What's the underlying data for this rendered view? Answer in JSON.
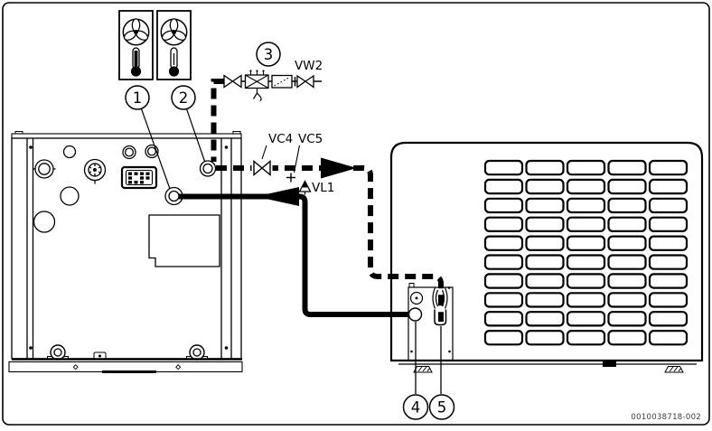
{
  "figure": {
    "doc_number": "0010038718-002",
    "type": "heat-pump-piping-installation-diagram"
  },
  "callouts": {
    "c1": "1",
    "c2": "2",
    "c3": "3",
    "c4": "4",
    "c5": "5"
  },
  "labels": {
    "vw2": "VW2",
    "vc4": "VC4",
    "vc5": "VC5",
    "vl1": "VL1"
  },
  "colors": {
    "line": "#000000",
    "background": "#ffffff"
  },
  "icons": {
    "fan-icon": "three-blade-fan-in-circle",
    "thermometer-filled-icon": "thermometer-full",
    "thermometer-icon": "thermometer",
    "shutoff-valve-icon": "bowtie-valve",
    "motor-valve-icon": "crossed-box-with-vent-pins",
    "drain-icon": "y-drain",
    "filter-icon": "box-with-dotted-diagonal",
    "union-icon": "vertical-tick",
    "measuring-point-icon": "plus-cross",
    "air-vent-icon": "triangle-with-up-arrow",
    "flow-arrow-right-icon": "filled-triangle-right",
    "flow-arrow-left-icon": "filled-triangle-left",
    "cable-gland-icon": "circle-with-star",
    "connector-block-icon": "rect-with-pin-grid",
    "pipe-clamp-icon": "circle-on-plate",
    "grommet-icon": "double-arcs",
    "foot-icon": "hatched-trapezoid"
  },
  "outdoor_unit": {
    "grille": {
      "rows": 10,
      "columns": 5
    }
  }
}
